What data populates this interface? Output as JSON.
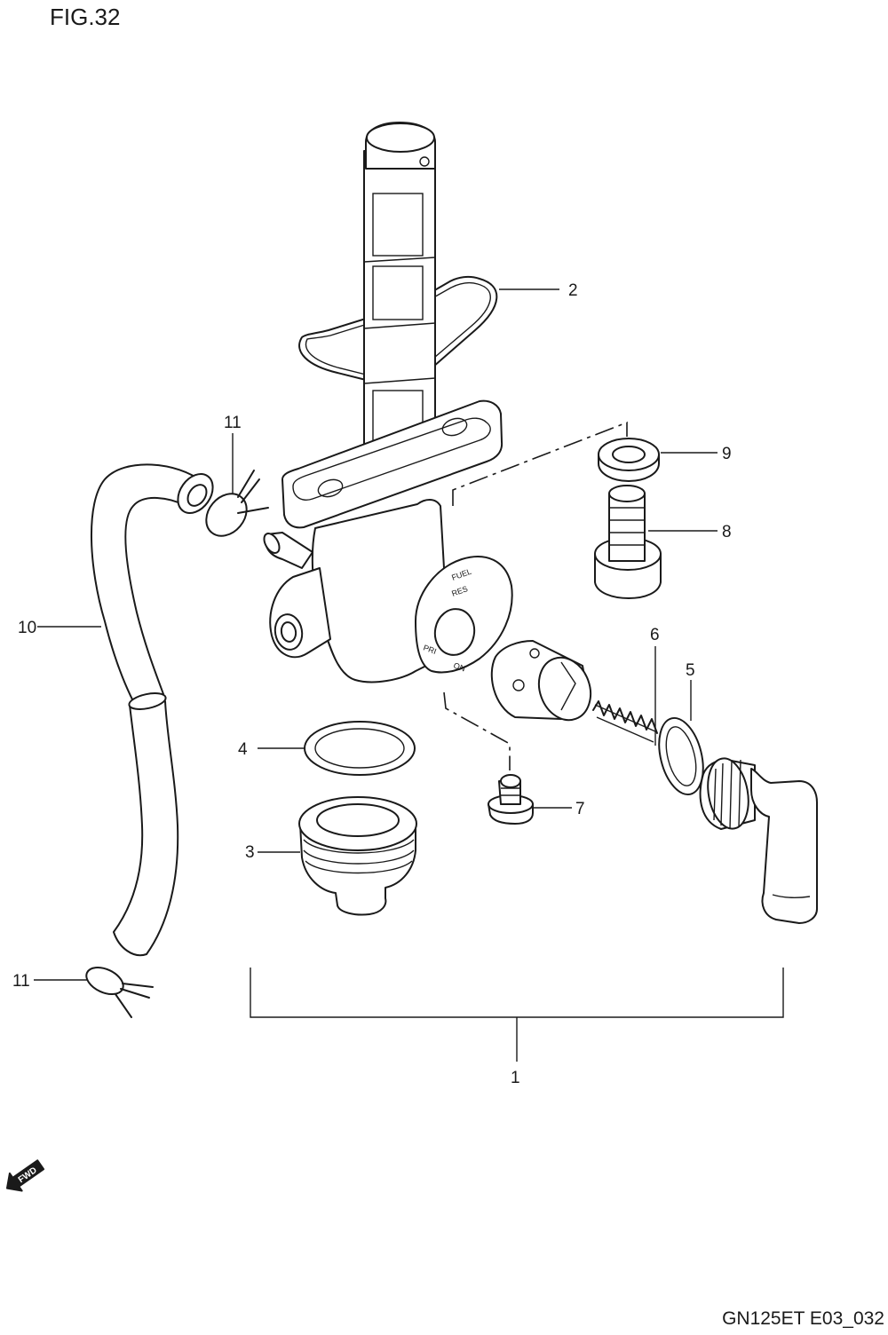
{
  "figure": {
    "title": "FIG.32",
    "code": "GN125ET E03_032"
  },
  "callouts": {
    "c1": "1",
    "c2": "2",
    "c3": "3",
    "c4": "4",
    "c5": "5",
    "c6": "6",
    "c7": "7",
    "c8": "8",
    "c9": "9",
    "c10": "10",
    "c11_top": "11",
    "c11_bottom": "11"
  },
  "lever_marks": {
    "fuel": "FUEL",
    "res": "RES",
    "on": "ON",
    "pri": "PRI"
  },
  "fwd_arrow": {
    "label": "FWD"
  }
}
